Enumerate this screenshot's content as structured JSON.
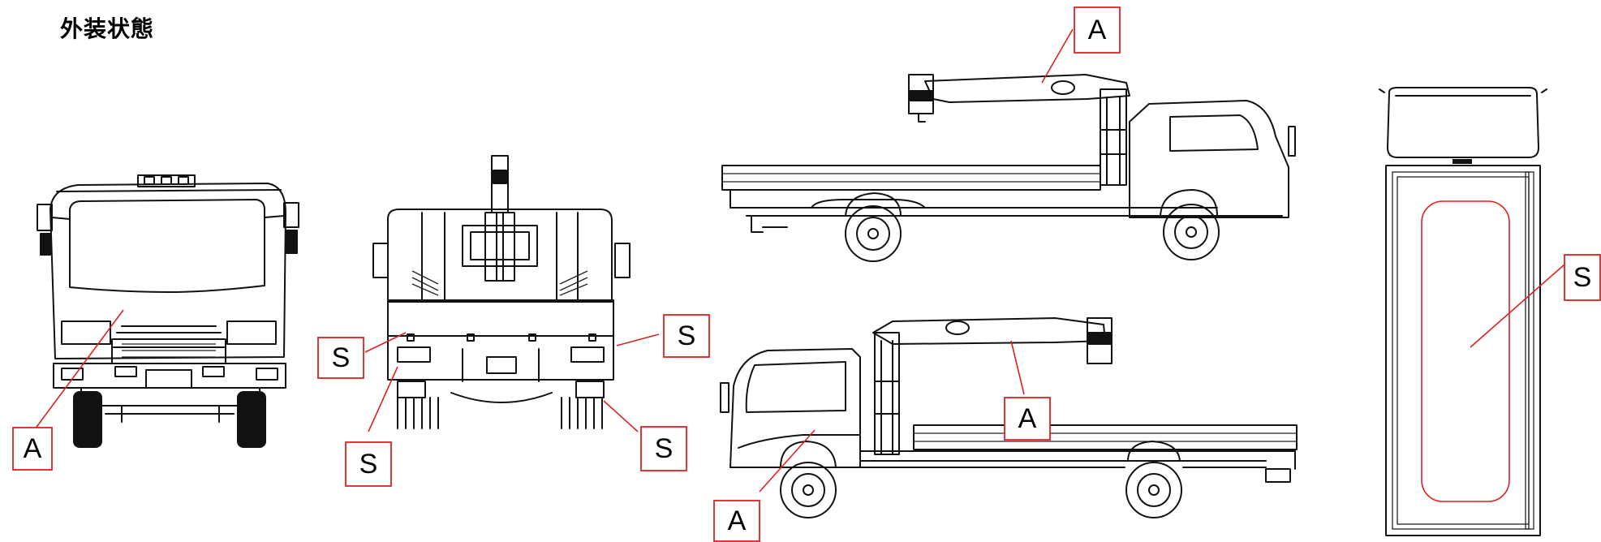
{
  "title": "外装状態",
  "label_style": {
    "box_color": "#e02020"
  },
  "labels": {
    "front_a": "A",
    "rear_s_left_upper": "S",
    "rear_s_left_lower": "S",
    "rear_s_right_upper": "S",
    "rear_s_right_lower": "S",
    "side_top_a": "A",
    "side_bottom_a_crane": "A",
    "side_bottom_a_door": "A",
    "top_view_s": "S"
  },
  "views": [
    {
      "name": "front-view"
    },
    {
      "name": "rear-view"
    },
    {
      "name": "right-side-view"
    },
    {
      "name": "left-side-view"
    },
    {
      "name": "top-view"
    }
  ]
}
